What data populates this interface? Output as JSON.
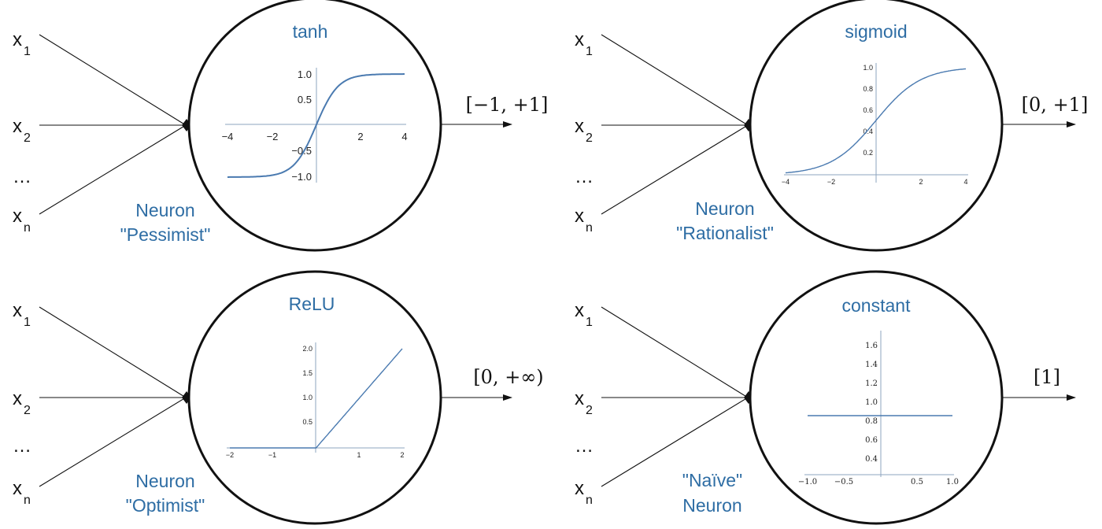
{
  "panels": [
    {
      "id": "tanh",
      "function_name": "tanh",
      "output_range": "[−1, +1]",
      "neuron_label_line1": "Neuron",
      "neuron_label_line2": "\"Pessimist\"",
      "inputs": [
        "x",
        "x",
        "…",
        "x"
      ],
      "input_subscripts": [
        "1",
        "2",
        "",
        "n"
      ],
      "plot": {
        "type": "line",
        "function": "tanh",
        "xlim": [
          -4,
          4
        ],
        "ylim": [
          -1,
          1
        ],
        "x_ticks": [
          "−4",
          "−2",
          "2",
          "4"
        ],
        "y_ticks": [
          "1.0",
          "0.5",
          "−0.5",
          "−1.0"
        ]
      }
    },
    {
      "id": "sigmoid",
      "function_name": "sigmoid",
      "output_range": "[0, +1]",
      "neuron_label_line1": "Neuron",
      "neuron_label_line2": "\"Rationalist\"",
      "inputs": [
        "x",
        "x",
        "…",
        "x"
      ],
      "input_subscripts": [
        "1",
        "2",
        "",
        "n"
      ],
      "plot": {
        "type": "line",
        "function": "sigmoid",
        "xlim": [
          -4,
          4
        ],
        "ylim": [
          0,
          1
        ],
        "x_ticks": [
          "−4",
          "−2",
          "2",
          "4"
        ],
        "y_ticks": [
          "1.0",
          "0.8",
          "0.6",
          "0.4",
          "0.2"
        ]
      }
    },
    {
      "id": "relu",
      "function_name": "ReLU",
      "output_range": "[0, +∞)",
      "neuron_label_line1": "Neuron",
      "neuron_label_line2": "\"Optimist\"",
      "inputs": [
        "x",
        "x",
        "…",
        "x"
      ],
      "input_subscripts": [
        "1",
        "2",
        "",
        "n"
      ],
      "plot": {
        "type": "line",
        "function": "relu",
        "xlim": [
          -2,
          2
        ],
        "ylim": [
          0,
          2
        ],
        "x_ticks": [
          "−2",
          "−1",
          "1",
          "2"
        ],
        "y_ticks": [
          "2.0",
          "1.5",
          "1.0",
          "0.5"
        ]
      }
    },
    {
      "id": "constant",
      "function_name": "constant",
      "output_range": "[1]",
      "neuron_label_line1": "\"Naïve\"",
      "neuron_label_line2": "Neuron",
      "inputs": [
        "x",
        "x",
        "…",
        "x"
      ],
      "input_subscripts": [
        "1",
        "2",
        "",
        "n"
      ],
      "plot": {
        "type": "line",
        "function": "constant",
        "value": 1.0,
        "xlim": [
          -1,
          1
        ],
        "ylim": [
          0.3,
          1.7
        ],
        "x_ticks": [
          "−1.0",
          "−0.5",
          "0.5",
          "1.0"
        ],
        "y_ticks": [
          "1.6",
          "1.4",
          "1.2",
          "1.0",
          "0.8",
          "0.6",
          "0.4"
        ]
      }
    }
  ]
}
